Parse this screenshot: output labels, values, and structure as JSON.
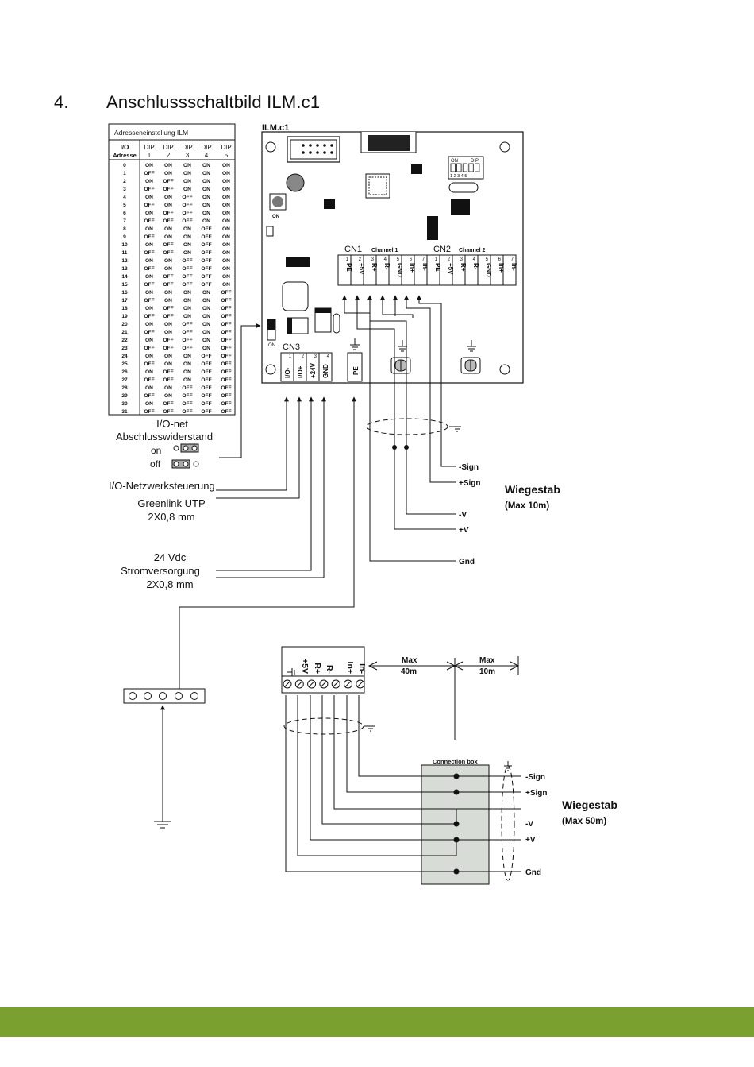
{
  "section": {
    "number": "4.",
    "title": "Anschlussschaltbild ILM.c1"
  },
  "address_table": {
    "title": "Adresseneinstellung ILM",
    "col_head_1": "I/O",
    "col_head_2": "Adresse",
    "dip_head": "DIP",
    "dip_numbers": [
      "1",
      "2",
      "3",
      "4",
      "5"
    ],
    "rows": [
      [
        "0",
        "ON",
        "ON",
        "ON",
        "ON",
        "ON"
      ],
      [
        "1",
        "OFF",
        "ON",
        "ON",
        "ON",
        "ON"
      ],
      [
        "2",
        "ON",
        "OFF",
        "ON",
        "ON",
        "ON"
      ],
      [
        "3",
        "OFF",
        "OFF",
        "ON",
        "ON",
        "ON"
      ],
      [
        "4",
        "ON",
        "ON",
        "OFF",
        "ON",
        "ON"
      ],
      [
        "5",
        "OFF",
        "ON",
        "OFF",
        "ON",
        "ON"
      ],
      [
        "6",
        "ON",
        "OFF",
        "OFF",
        "ON",
        "ON"
      ],
      [
        "7",
        "OFF",
        "OFF",
        "OFF",
        "ON",
        "ON"
      ],
      [
        "8",
        "ON",
        "ON",
        "ON",
        "OFF",
        "ON"
      ],
      [
        "9",
        "OFF",
        "ON",
        "ON",
        "OFF",
        "ON"
      ],
      [
        "10",
        "ON",
        "OFF",
        "ON",
        "OFF",
        "ON"
      ],
      [
        "11",
        "OFF",
        "OFF",
        "ON",
        "OFF",
        "ON"
      ],
      [
        "12",
        "ON",
        "ON",
        "OFF",
        "OFF",
        "ON"
      ],
      [
        "13",
        "OFF",
        "ON",
        "OFF",
        "OFF",
        "ON"
      ],
      [
        "14",
        "ON",
        "OFF",
        "OFF",
        "OFF",
        "ON"
      ],
      [
        "15",
        "OFF",
        "OFF",
        "OFF",
        "OFF",
        "ON"
      ],
      [
        "16",
        "ON",
        "ON",
        "ON",
        "ON",
        "OFF"
      ],
      [
        "17",
        "OFF",
        "ON",
        "ON",
        "ON",
        "OFF"
      ],
      [
        "18",
        "ON",
        "OFF",
        "ON",
        "ON",
        "OFF"
      ],
      [
        "19",
        "OFF",
        "OFF",
        "ON",
        "ON",
        "OFF"
      ],
      [
        "20",
        "ON",
        "ON",
        "OFF",
        "ON",
        "OFF"
      ],
      [
        "21",
        "OFF",
        "ON",
        "OFF",
        "ON",
        "OFF"
      ],
      [
        "22",
        "ON",
        "OFF",
        "OFF",
        "ON",
        "OFF"
      ],
      [
        "23",
        "OFF",
        "OFF",
        "OFF",
        "ON",
        "OFF"
      ],
      [
        "24",
        "ON",
        "ON",
        "ON",
        "OFF",
        "OFF"
      ],
      [
        "25",
        "OFF",
        "ON",
        "ON",
        "OFF",
        "OFF"
      ],
      [
        "26",
        "ON",
        "OFF",
        "ON",
        "OFF",
        "OFF"
      ],
      [
        "27",
        "OFF",
        "OFF",
        "ON",
        "OFF",
        "OFF"
      ],
      [
        "28",
        "ON",
        "ON",
        "OFF",
        "OFF",
        "OFF"
      ],
      [
        "29",
        "OFF",
        "ON",
        "OFF",
        "OFF",
        "OFF"
      ],
      [
        "30",
        "ON",
        "OFF",
        "OFF",
        "OFF",
        "OFF"
      ],
      [
        "31",
        "OFF",
        "OFF",
        "OFF",
        "OFF",
        "OFF"
      ]
    ]
  },
  "board": {
    "name": "ILM.c1",
    "on_label_1": "ON",
    "on_label_2": "ON",
    "dip_label_on": "ON",
    "dip_label_dip": "DIP",
    "dip_nums": "1 2 3 4 5",
    "cn1": "CN1",
    "cn1_channel": "Channel 1",
    "cn2": "CN2",
    "cn2_channel": "Channel 2",
    "cn3": "CN3",
    "terminal_pins": [
      "PE",
      "+5V",
      "R+",
      "R-",
      "GND",
      "In+",
      "In-"
    ],
    "cn3_pins": [
      "I/O-",
      "I/O+",
      "+24V",
      "GND"
    ],
    "pe_label": "PE"
  },
  "left_labels": {
    "ionet_1": "I/O-net",
    "ionet_2": "Abschlusswiderstand",
    "on": "on",
    "off": "off",
    "ctrl": "I/O-Netzwerksteuerung",
    "greenlink_1": "Greenlink UTP",
    "greenlink_2": "2X0,8 mm",
    "power_1": "24 Vdc",
    "power_2": "Stromversorgung",
    "power_3": "2X0,8 mm"
  },
  "load_cell_1": {
    "signals": [
      "-Sign",
      "+Sign",
      "-V",
      "+V",
      "Gnd"
    ],
    "title": "Wiegestab",
    "subtitle": "(Max 10m)"
  },
  "lower": {
    "terminal_pins": [
      "+5V",
      "R+",
      "R-",
      "In+",
      "In-"
    ],
    "max_1a": "Max",
    "max_1b": "40m",
    "max_2a": "Max",
    "max_2b": "10m",
    "connection_box": "Connection box",
    "signals": [
      "-Sign",
      "+Sign",
      "-V",
      "+V",
      "Gnd"
    ],
    "title": "Wiegestab",
    "subtitle": "(Max 50m)"
  },
  "colors": {
    "accent_bar": "#7aa12f",
    "connection_box_fill": "#d8dcd7",
    "line": "#111111"
  }
}
